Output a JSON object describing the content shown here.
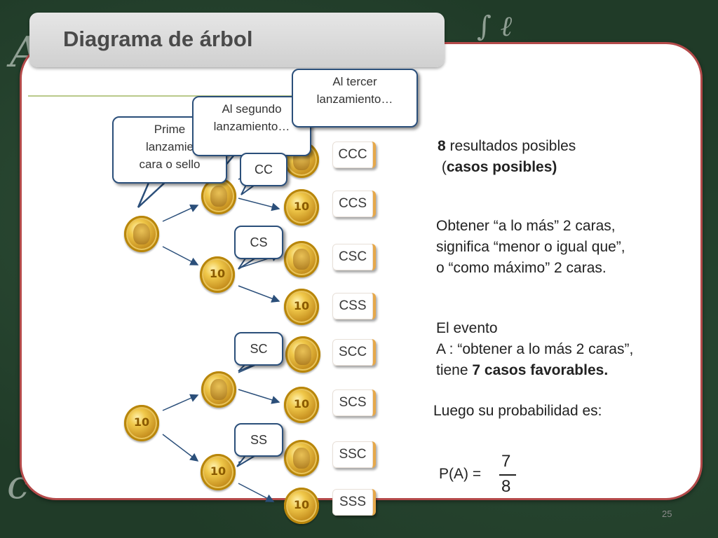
{
  "title": "Diagrama de árbol",
  "bubbles": {
    "first_line1": "Prime",
    "first_line2": "lanzamie",
    "first_line3": "cara o sello",
    "second_line1": "Al segundo",
    "second_line2": "lanzamiento…",
    "third_line1": "Al tercer",
    "third_line2": "lanzamiento…"
  },
  "pair_labels": [
    "CC",
    "CS",
    "SC",
    "SS"
  ],
  "outcomes": [
    "CCC",
    "CCS",
    "CSC",
    "CSS",
    "SCC",
    "SCS",
    "SSC",
    "SSS"
  ],
  "coin_value": "10",
  "text": {
    "results_count": "8",
    "results_label": " resultados posibles",
    "cases_open": "(",
    "cases_bold": "casos posibles)",
    "event_def_line1": "Obtener “a lo más” 2 caras,",
    "event_def_line2": "significa “menor  o igual que”,",
    "event_def_line3": "o “como máximo” 2 caras.",
    "event_line1": "El evento",
    "event_line2": "A : “obtener a lo más 2 caras”,",
    "event_line3_prefix": "tiene ",
    "event_line3_bold": "7 casos favorables.",
    "probability_intro": "Luego su probabilidad es:",
    "prob_label": "P(A) =",
    "numerator": "7",
    "denominator": "8"
  },
  "page_number": "25",
  "colors": {
    "card_border": "#b44a4a",
    "bubble_border": "#2b4f7a",
    "arrow": "#2b4f7a",
    "board": "#203b28"
  }
}
